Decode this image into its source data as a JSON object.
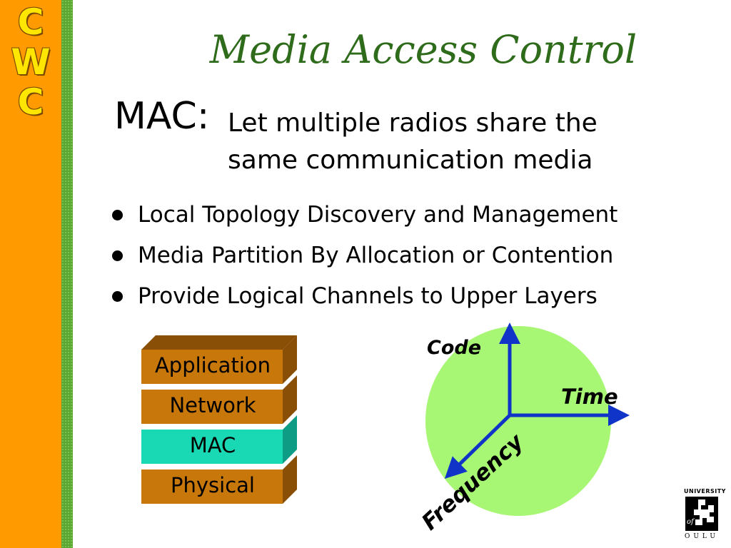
{
  "logo": {
    "letters": [
      "C",
      "W",
      "C"
    ]
  },
  "title": "Media Access Control",
  "definition": {
    "term": "MAC:",
    "line1": "Let multiple radios share the",
    "line2": "same communication media"
  },
  "bullets": [
    "Local Topology Discovery and Management",
    "Media Partition By Allocation or Contention",
    "Provide Logical Channels to Upper Layers"
  ],
  "layers": [
    {
      "label": "Application",
      "highlighted": false
    },
    {
      "label": "Network",
      "highlighted": false
    },
    {
      "label": "MAC",
      "highlighted": true
    },
    {
      "label": "Physical",
      "highlighted": false
    }
  ],
  "axes_diagram": {
    "code_label": "Code",
    "time_label": "Time",
    "frequency_label": "Frequency"
  },
  "university_logo": {
    "top_text": "UNIVERSITY",
    "of_text": "of",
    "bottom_text": "OULU"
  },
  "colors": {
    "sidebar": "#ff9a00",
    "stripe": "#5aa532",
    "title": "#2e6b1a",
    "layer_brown": "#c8780a",
    "layer_mac": "#19d8b4",
    "circle": "#a8f774",
    "arrow": "#1034c8"
  }
}
